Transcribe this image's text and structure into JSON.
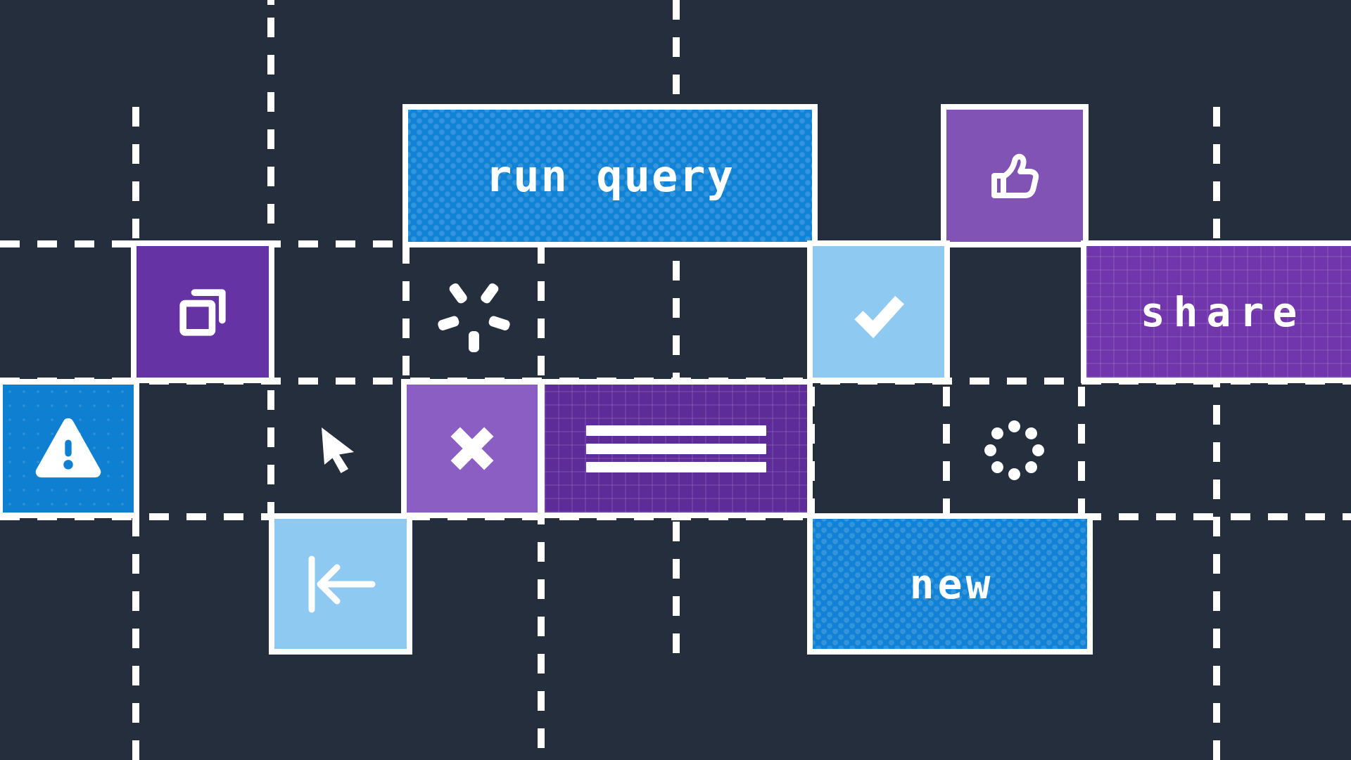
{
  "canvas": {
    "background_color": "#242e3c",
    "grid_line_color": "#ffffff",
    "grid_line_style": "dashed"
  },
  "buttons": {
    "run_query": {
      "label": "run query",
      "color": "#1183d6",
      "pattern": "dots"
    },
    "share": {
      "label": "share",
      "color": "#7136ab",
      "pattern": "grid"
    },
    "new": {
      "label": "new",
      "color": "#1183d6",
      "pattern": "dots"
    }
  },
  "icon_tiles": {
    "thumbs_up": {
      "icon": "thumbs-up-icon",
      "color": "#8153b4"
    },
    "copy": {
      "icon": "copy-icon",
      "color": "#6533a4"
    },
    "check": {
      "icon": "check-icon",
      "color": "#8ec9f2"
    },
    "warning": {
      "icon": "warning-icon",
      "color": "#0f7fd2"
    },
    "close": {
      "icon": "close-icon",
      "color": "#8a5ec3"
    },
    "menu": {
      "icon": "menu-icon",
      "color": "#5e2c99"
    },
    "skip_back": {
      "icon": "skip-back-icon",
      "color": "#8ec9f2"
    }
  },
  "floating_icons": {
    "cursor": {
      "icon": "cursor-icon",
      "color": "#ffffff"
    },
    "spinner_sparkle": {
      "icon": "spinner-sparkle-icon",
      "color": "#ffffff"
    },
    "spinner_dots": {
      "icon": "spinner-dots-icon",
      "color": "#ffffff"
    }
  }
}
